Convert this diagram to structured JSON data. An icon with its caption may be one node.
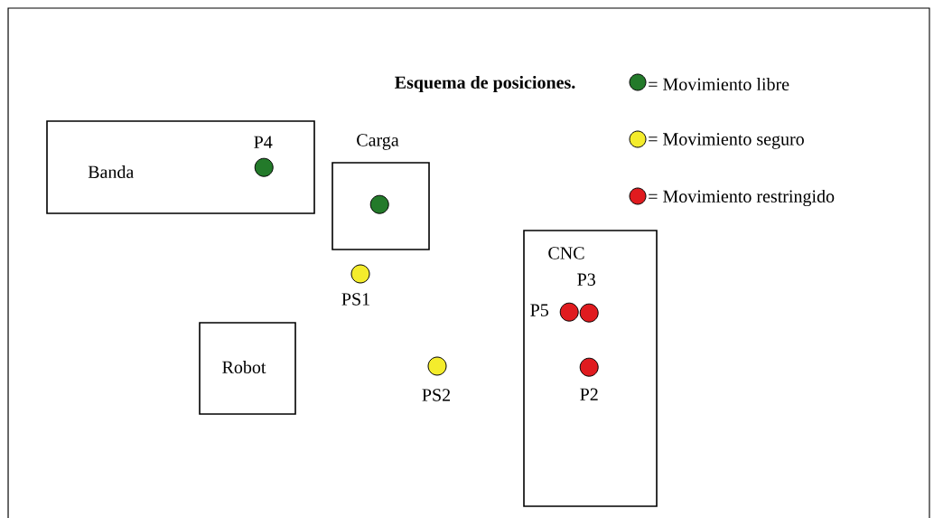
{
  "diagram": {
    "title": "Esquema de posiciones.",
    "nodes": [
      {
        "text": [
          "Banda"
        ]
      },
      {
        "text": [],
        "shape": "circle",
        "beside": [
          "P4"
        ],
        "in": 0
      },
      {
        "text": [
          "Carga"
        ]
      },
      {
        "text": [],
        "shape": "circle",
        "in": 2
      },
      {
        "text": [],
        "shape": "circle",
        "beside": [
          "PS1"
        ]
      },
      {
        "text": [
          "Robot"
        ]
      },
      {
        "text": [],
        "shape": "circle",
        "beside": [
          "PS2"
        ]
      },
      {
        "text": [
          "CNC"
        ]
      },
      {
        "text": [],
        "shape": "circle",
        "beside": [
          "P5"
        ],
        "in": 7
      },
      {
        "text": [],
        "shape": "circle",
        "beside": [
          "P3"
        ],
        "in": 7
      },
      {
        "text": [],
        "shape": "circle",
        "beside": [
          "P2"
        ],
        "in": 7
      }
    ],
    "legend": [
      {
        "text": "= Movimiento libre",
        "color": "#237a2a"
      },
      {
        "text": "= Movimiento seguro",
        "color": "#f4ec2c"
      },
      {
        "text": "= Movimiento restringido",
        "color": "#e01b1f"
      }
    ]
  }
}
